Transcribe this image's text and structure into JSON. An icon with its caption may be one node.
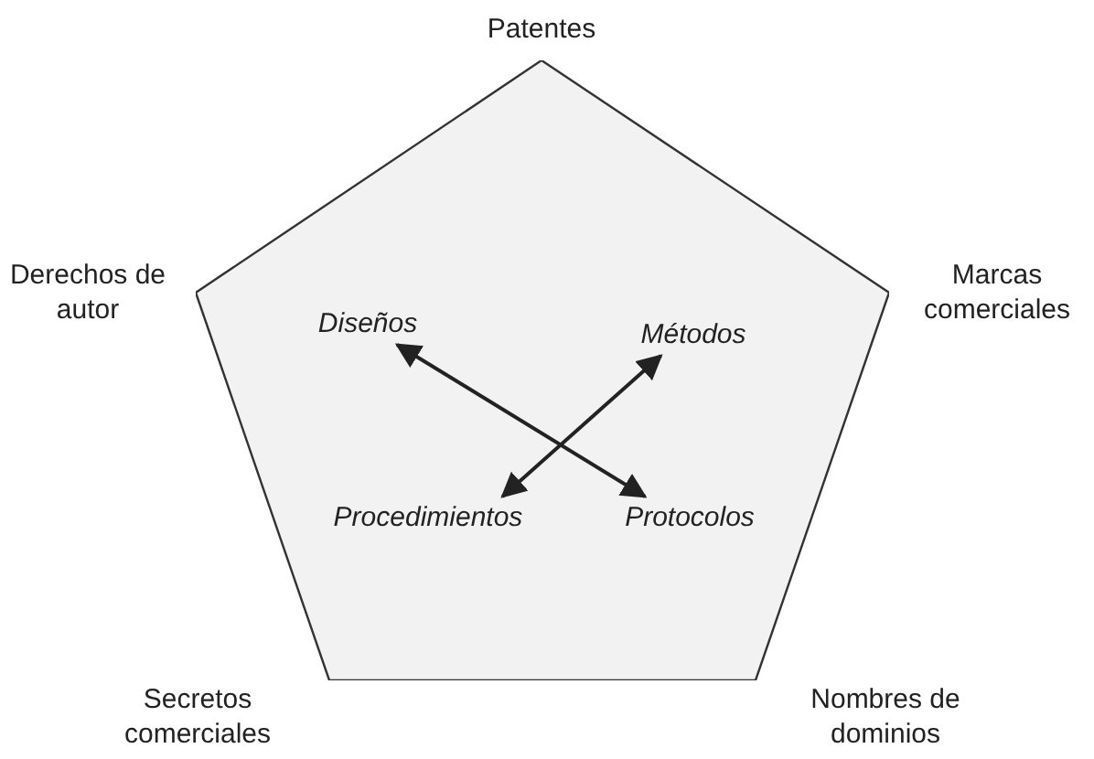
{
  "diagram": {
    "nodes": [
      {
        "text": [],
        "shape": "pentagon"
      },
      {
        "text": [
          "Diseños"
        ],
        "in": 0
      },
      {
        "text": [
          "Métodos"
        ],
        "in": 0
      },
      {
        "text": [
          "Procedimientos"
        ],
        "in": 0
      },
      {
        "text": [
          "Protocolos"
        ],
        "in": 0
      }
    ],
    "edges": [
      {
        "from": 1,
        "to": 4,
        "arrow": "both"
      },
      {
        "from": 2,
        "to": 3,
        "arrow": "both"
      }
    ],
    "labels": [
      "Patentes",
      "Derechos de autor",
      "Marcas comerciales",
      "Secretos comerciales",
      "Nombres de dominios"
    ]
  }
}
